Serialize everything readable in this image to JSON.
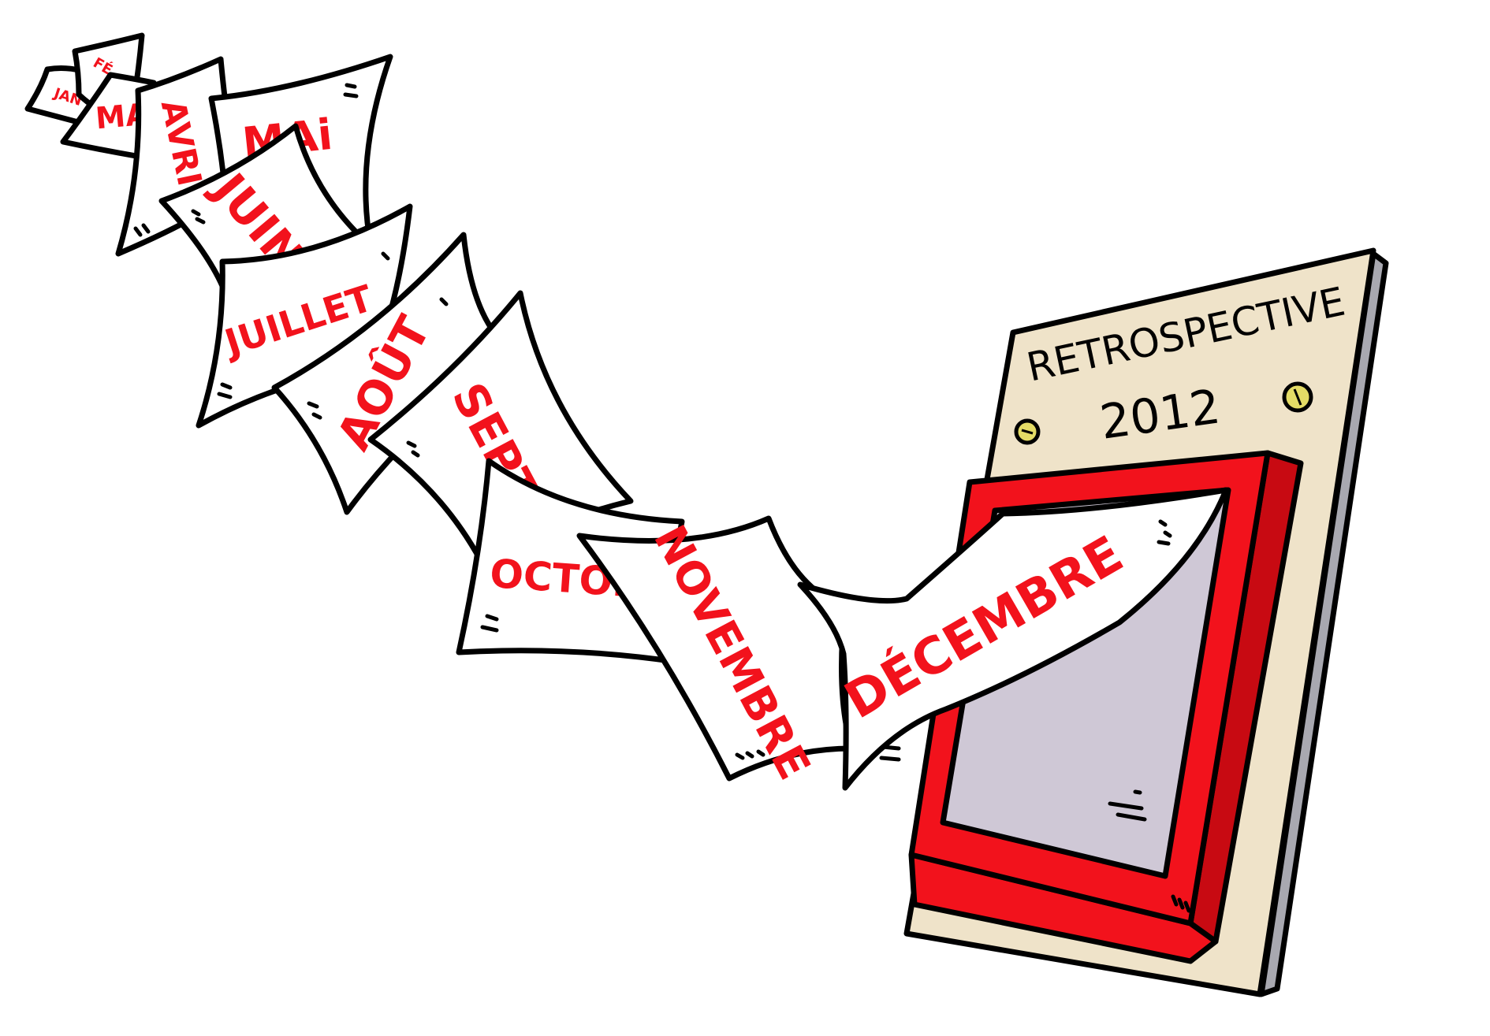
{
  "board": {
    "title": "RETROSPECTIVE",
    "year": "2012",
    "colors": {
      "board": "#efe3c9",
      "board_edge": "#a8a8b0",
      "frame": "#f2121c",
      "frame_dark": "#c80a12",
      "window": "#cfc8d6",
      "pin": "#e4dc66"
    }
  },
  "months": [
    {
      "label": "JAN"
    },
    {
      "label": "FÉ"
    },
    {
      "label": "MA"
    },
    {
      "label": "AVRIL"
    },
    {
      "label": "MAi"
    },
    {
      "label": "JUIN"
    },
    {
      "label": "JUILLET"
    },
    {
      "label": "AOÛT"
    },
    {
      "label": "SEPT"
    },
    {
      "label": "OCTOB"
    },
    {
      "label": "NOVEMBRE"
    },
    {
      "label": "DÉCEMBRE"
    }
  ],
  "colors": {
    "month_text": "#f2121c",
    "outline": "#000000",
    "paper": "#ffffff"
  }
}
